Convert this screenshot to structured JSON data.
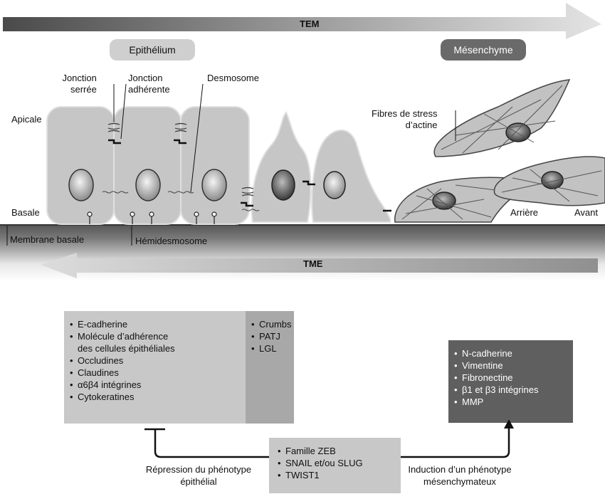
{
  "arrows": {
    "top": "TEM",
    "bottom": "TME"
  },
  "pills": {
    "left": "Epithélium",
    "right": "Mésenchyme"
  },
  "labels": {
    "jonction_serree": [
      "Jonction",
      "serrée"
    ],
    "jonction_adherente": [
      "Jonction",
      "adhérente"
    ],
    "desmosome": "Desmosome",
    "apicale": "Apicale",
    "basale": "Basale",
    "fibres": [
      "Fibres de stress",
      "d’actine"
    ],
    "arriere": "Arrière",
    "avant": "Avant",
    "membrane": "Membrane basale",
    "hemidesmosome": "Hémidesmosome"
  },
  "boxes": {
    "epithelial": [
      "E-cadherine",
      "Molécule d’adhérence",
      "des cellules épithéliales",
      "Occludines",
      "Claudines",
      "α6β4 intégrines",
      "Cytokeratines"
    ],
    "polarity": [
      "Crumbs",
      "PATJ",
      "LGL"
    ],
    "mesenchymal": [
      "N-cadherine",
      "Vimentine",
      "Fibronectine",
      "β1 et β3 intégrines",
      "MMP"
    ],
    "factors": [
      "Famille ZEB",
      "SNAIL et/ou SLUG",
      "TWIST1"
    ]
  },
  "bullets": {
    "epithelial": [
      true,
      true,
      false,
      true,
      true,
      true,
      true
    ],
    "polarity": [
      true,
      true,
      true
    ],
    "mesenchymal": [
      true,
      true,
      true,
      true,
      true
    ],
    "factors": [
      true,
      true,
      true
    ]
  },
  "captions": {
    "repression": [
      "Répression du phénotype",
      "épithélial"
    ],
    "induction": [
      "Induction d’un phénotype",
      "mésenchymateux"
    ]
  },
  "colors": {
    "box_light": "#c8c8c8",
    "box_mid": "#a8a8a8",
    "box_dark": "#5f5f5f",
    "cell_fill": "#c4c4c4",
    "pill_light": "#cfcfcf",
    "pill_dark": "#6a6a6a"
  }
}
